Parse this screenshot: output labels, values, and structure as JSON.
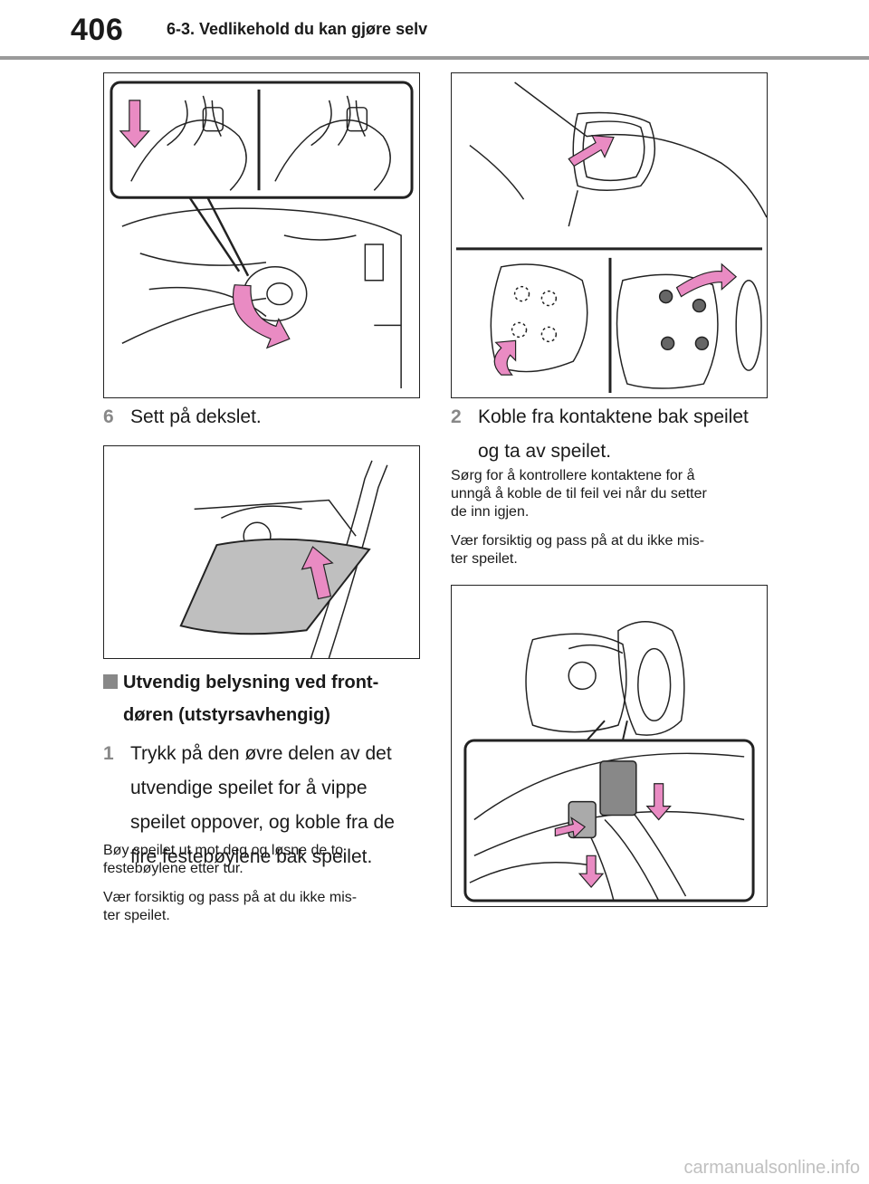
{
  "header": {
    "page_number": "406",
    "section": "6-3. Vedlikehold du kan gjøre selv"
  },
  "left_column": {
    "step6_num": "6",
    "step6_text": "Sett på dekslet.",
    "heading": "Utvendig belysning ved front-døren (utstyrsavhengig)",
    "heading_line1": "Utvendig belysning ved front-",
    "heading_line2": "døren (utstyrsavhengig)",
    "step1_num": "1",
    "step1_lines": [
      "Trykk på den øvre delen av det",
      "utvendige speilet for å vippe",
      "speilet oppover, og koble fra de",
      "fire festebøylene bak speilet."
    ],
    "note1_lines": [
      "Bøy speilet ut mot deg og løsne de to",
      "festebøylene etter tur."
    ],
    "note2_lines": [
      "Vær forsiktig og pass på at du ikke mis-",
      "ter speilet."
    ]
  },
  "right_column": {
    "step2_num": "2",
    "step2_lines": [
      "Koble fra kontaktene bak speilet",
      "og ta av speilet."
    ],
    "note1_lines": [
      "Sørg for å kontrollere kontaktene for å",
      "unngå å koble de til feil vei når du setter",
      "de inn igjen."
    ],
    "note2_lines": [
      "Vær forsiktig og pass på at du ikke mis-",
      "ter speilet."
    ]
  },
  "watermark": "carmanualsonline.info",
  "colors": {
    "arrow_pink": "#e98bc3",
    "step_number_gray": "#888888",
    "line_dark": "#222222"
  }
}
